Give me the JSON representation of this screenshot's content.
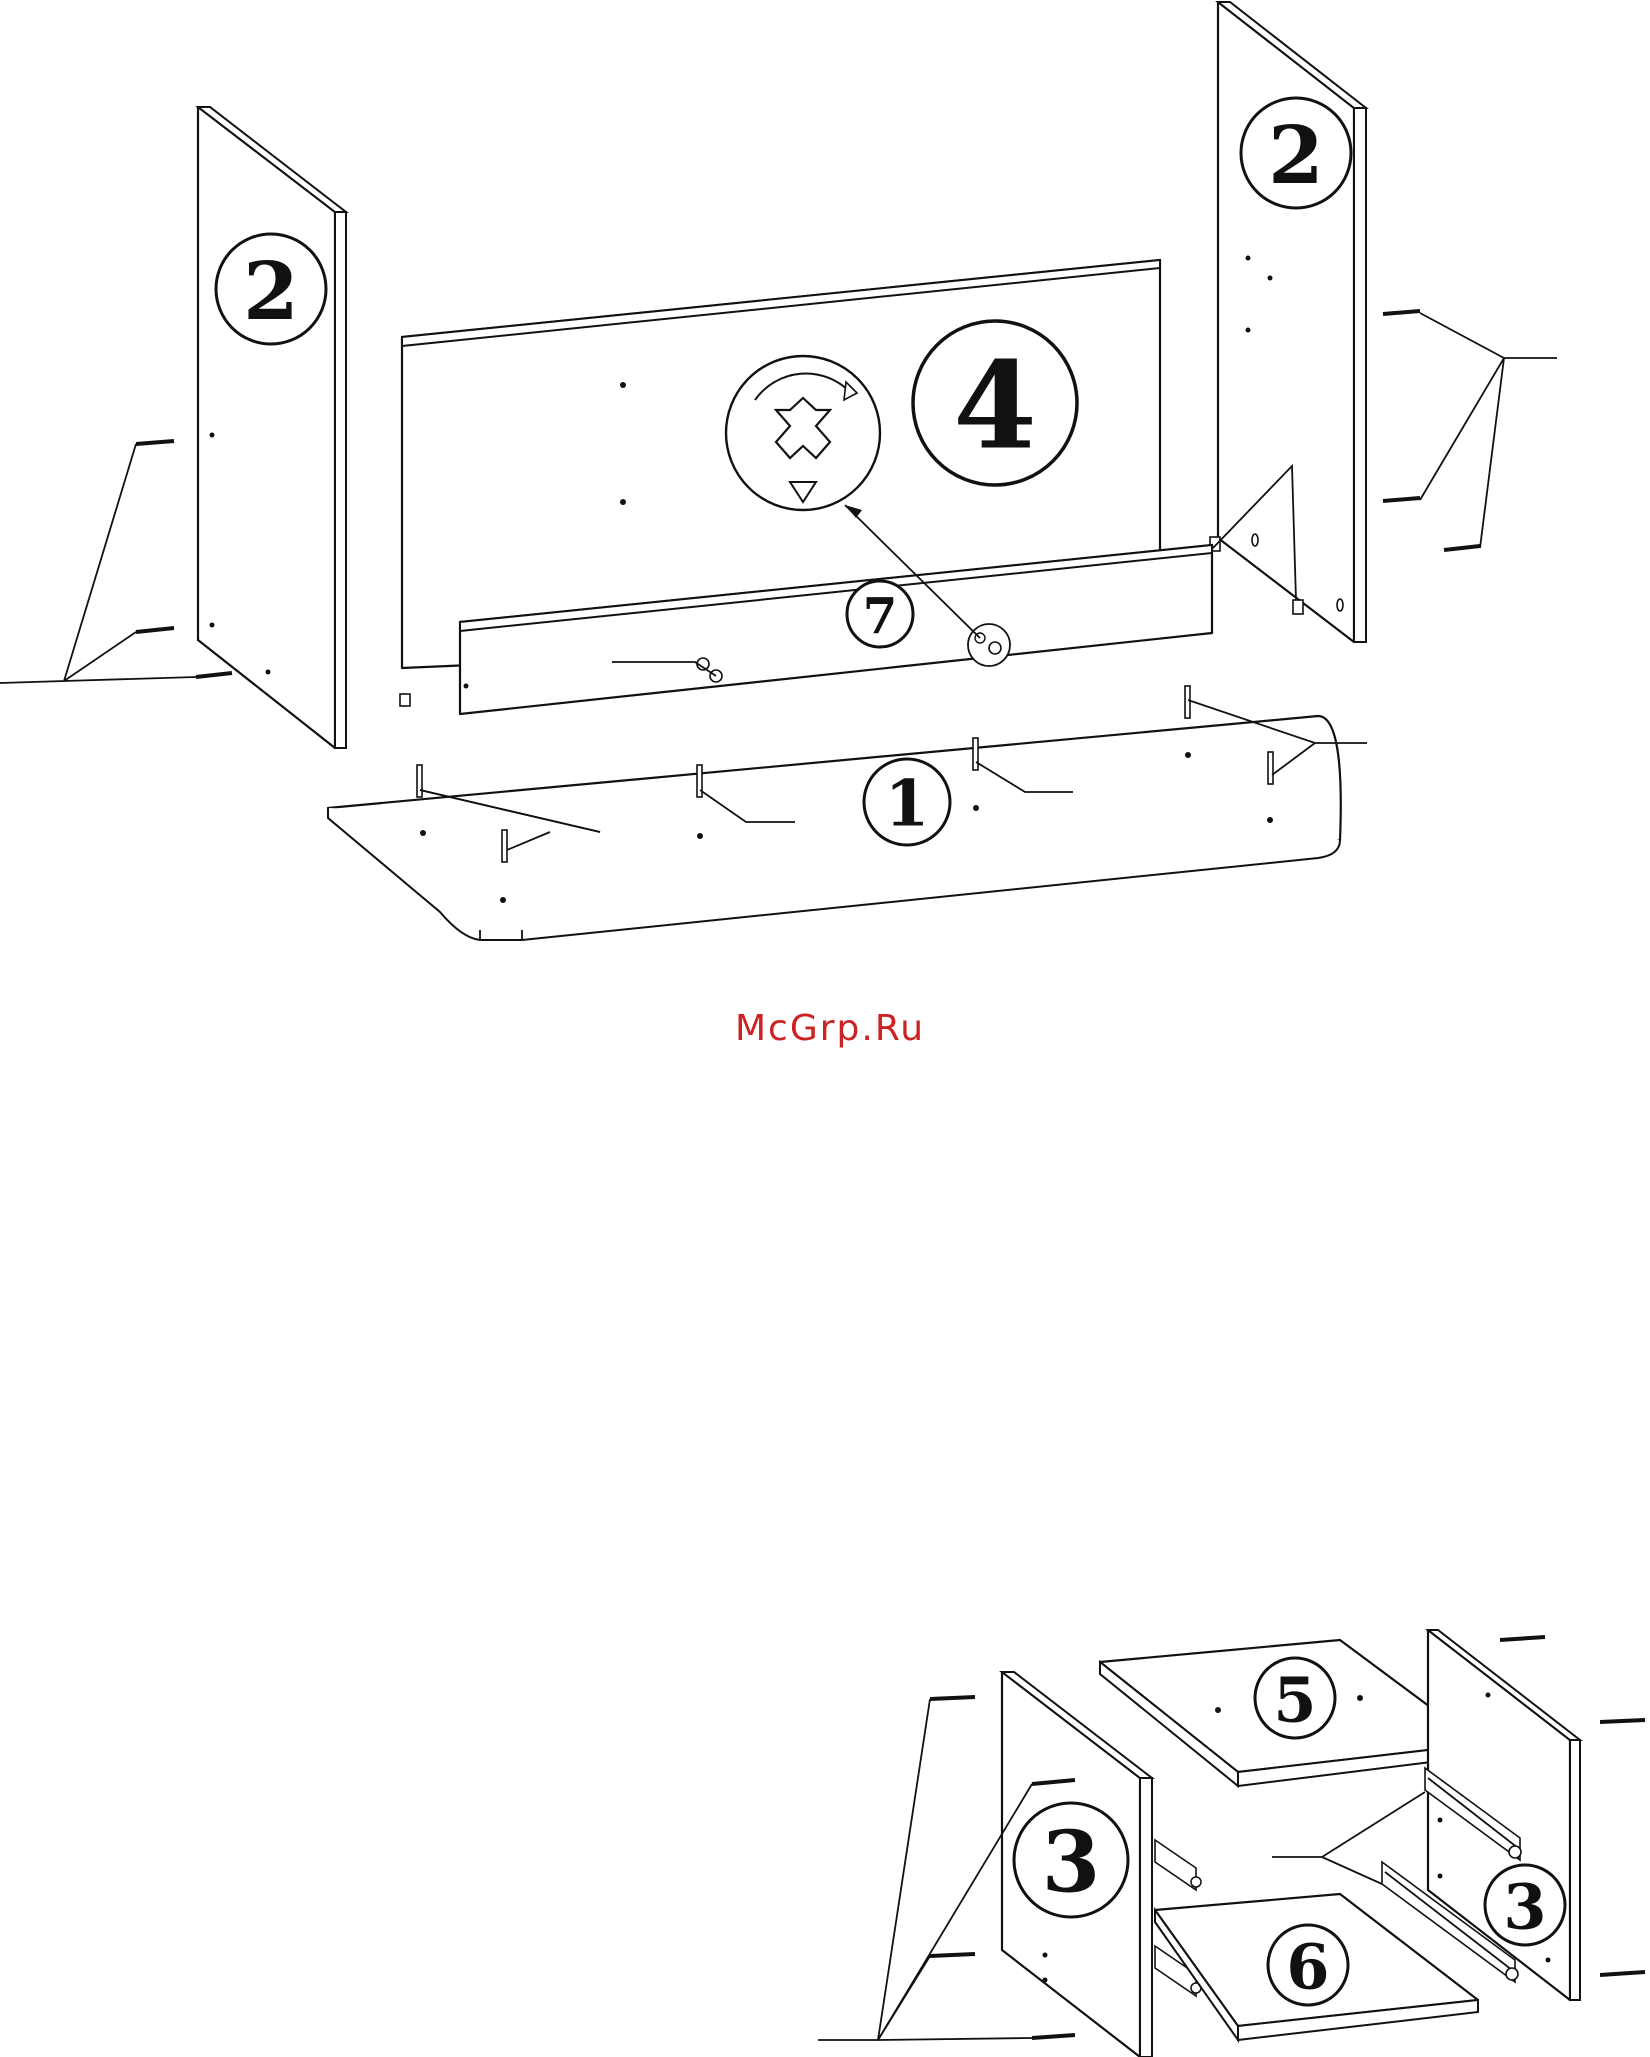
{
  "diagram": {
    "watermark": "McGrp.Ru",
    "labels": {
      "bottom_panel": "1",
      "left_side": "2",
      "right_side": "2",
      "back_panel": "4",
      "front_rail": "7",
      "drawer_side_left": "3",
      "drawer_side_right": "3",
      "drawer_top": "5",
      "drawer_bottom": "6"
    },
    "colors": {
      "line": "#111111",
      "watermark": "#cc2222",
      "background": "#ffffff"
    },
    "icons": [
      "cam-lock-detail-icon",
      "rotation-arrow-icon",
      "screw-icon",
      "dowel-icon",
      "drawer-runner-icon"
    ]
  }
}
